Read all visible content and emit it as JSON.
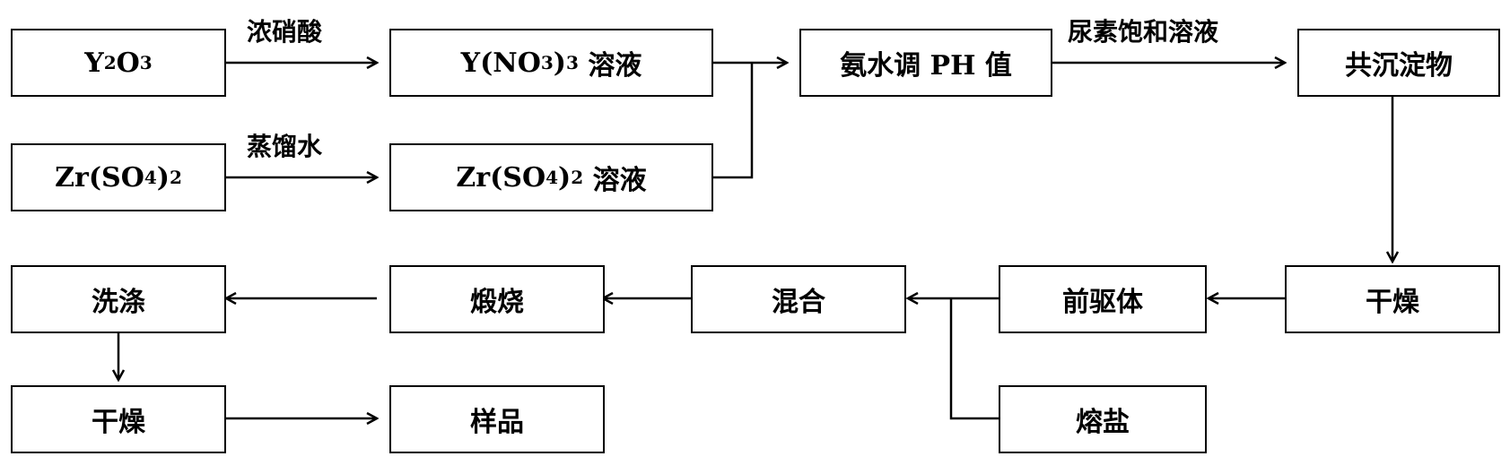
{
  "nodes": {
    "y2o3": {
      "pre": "Y",
      "sub1": "2",
      "mid": "O",
      "sub2": "3",
      "post": ""
    },
    "zrso4": {
      "pre": "Zr(SO",
      "sub1": "4",
      "mid": ")",
      "sub2": "2",
      "post": ""
    },
    "yno3_solution": {
      "pre": "Y(NO",
      "sub1": "3",
      "mid": ")",
      "sub2": "3",
      "post": " 溶液"
    },
    "zrso4_solution": {
      "pre": "Zr(SO",
      "sub1": "4",
      "mid": ")",
      "sub2": "2",
      "post": " 溶液"
    },
    "ammonia_ph": "氨水调 PH 值",
    "coprecipitate": "共沉淀物",
    "drying_1": "干燥",
    "precursor": "前驱体",
    "mixing": "混合",
    "molten_salt": "熔盐",
    "calcination": "煅烧",
    "washing": "洗涤",
    "drying_2": "干燥",
    "sample": "样品"
  },
  "edge_labels": {
    "conc_nitric_acid": "浓硝酸",
    "distilled_water": "蒸馏水",
    "urea_saturated_solution": "尿素饱和溶液"
  }
}
